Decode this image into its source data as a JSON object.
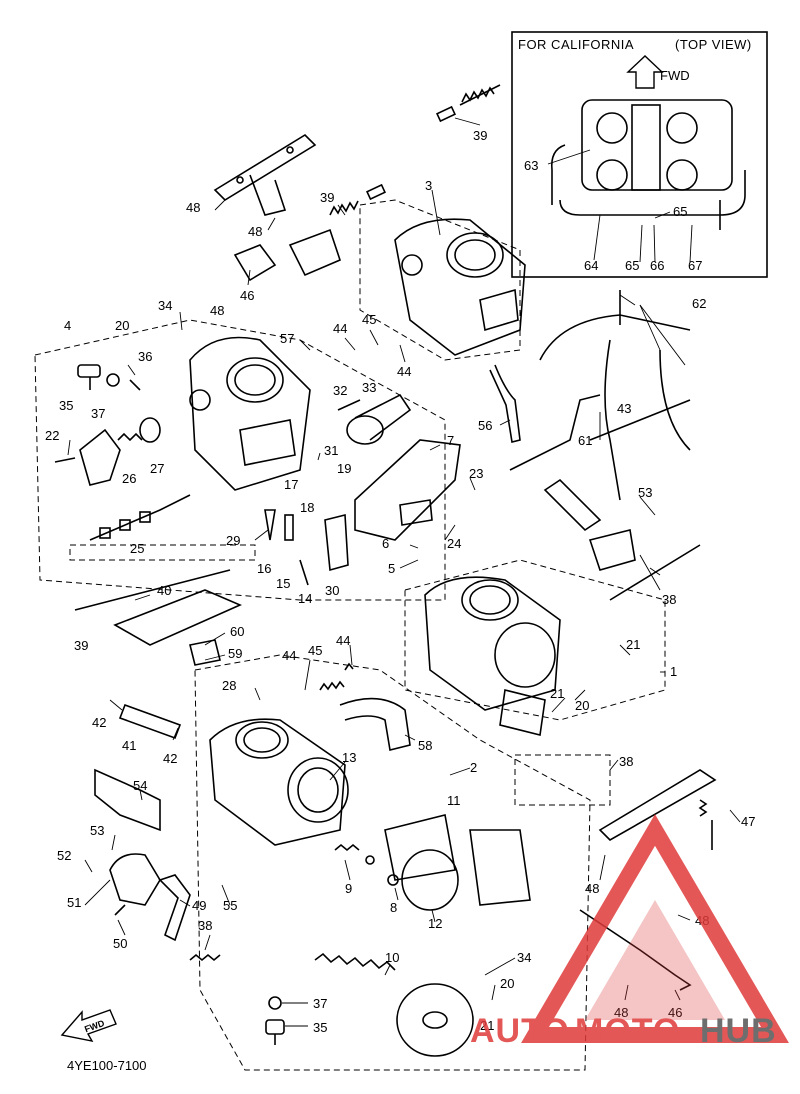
{
  "inset": {
    "title_left": "FOR CALIFORNIA",
    "title_right": "(TOP VIEW)",
    "fwd": "FWD"
  },
  "fwd_arrow": "FWD",
  "part_code": "4YE100-7100",
  "watermark": {
    "auto": "AUTO",
    "moto": "MOTO",
    "hub": "HUB",
    "color_red": "#e03a3a",
    "color_gray": "#555555"
  },
  "callouts": {
    "c39a": "39",
    "c3": "3",
    "c63": "63",
    "c64": "64",
    "c65a": "65",
    "c65b": "65",
    "c66": "66",
    "c67": "67",
    "c48a": "48",
    "c48b": "48",
    "c48c": "48",
    "c39b": "39",
    "c46a": "46",
    "c62": "62",
    "c4": "4",
    "c34a": "34",
    "c20a": "20",
    "c57": "57",
    "c44a": "44",
    "c45a": "45",
    "c44b": "44",
    "c36": "36",
    "c35a": "35",
    "c37a": "37",
    "c32": "32",
    "c33": "33",
    "c43": "43",
    "c56": "56",
    "c22": "22",
    "c26": "26",
    "c27": "27",
    "c31": "31",
    "c7": "7",
    "c61": "61",
    "c19": "19",
    "c23": "23",
    "c17": "17",
    "c18": "18",
    "c53a": "53",
    "c29": "29",
    "c25": "25",
    "c16": "16",
    "c6": "6",
    "c24": "24",
    "c5": "5",
    "c15": "15",
    "c14": "14",
    "c30": "30",
    "c38a": "38",
    "c40": "40",
    "c39c": "39",
    "c60": "60",
    "c59": "59",
    "c21a": "21",
    "c1": "1",
    "c44c": "44",
    "c45b": "45",
    "c44d": "44",
    "c28": "28",
    "c21b": "21",
    "c20b": "20",
    "c42a": "42",
    "c41": "41",
    "c42b": "42",
    "c13": "13",
    "c58": "58",
    "c38b": "38",
    "c2": "2",
    "c54": "54",
    "c11": "11",
    "c47": "47",
    "c53b": "53",
    "c52": "52",
    "c9": "9",
    "c48d": "48",
    "c51": "51",
    "c49": "49",
    "c55": "55",
    "c8": "8",
    "c12": "12",
    "c48e": "48",
    "c50": "50",
    "c38c": "38",
    "c10": "10",
    "c34b": "34",
    "c20c": "20",
    "c21c": "21",
    "c37b": "37",
    "c48f": "48",
    "c46b": "46",
    "c35b": "35"
  }
}
